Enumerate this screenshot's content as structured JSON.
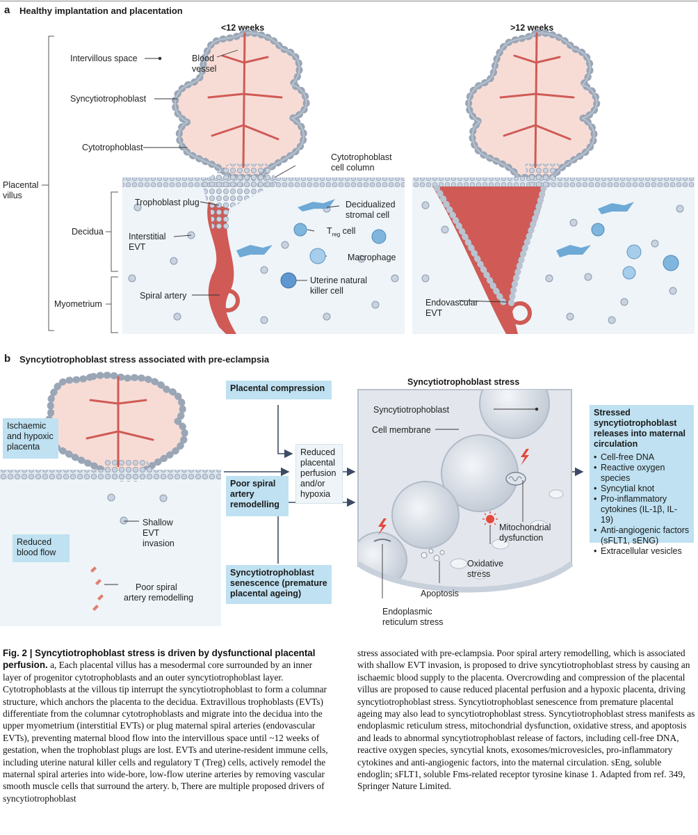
{
  "panel_a": {
    "letter": "a",
    "title": "Healthy implantation and placentation",
    "col_left_title": "<12 weeks",
    "col_right_title": ">12 weeks",
    "labels": {
      "intervillous_space": "Intervillous space",
      "blood_vessel_1": "Blood",
      "blood_vessel_2": "vessel",
      "syncytiotrophoblast": "Syncytiotrophoblast",
      "cytotrophoblast": "Cytotrophoblast",
      "cell_column_1": "Cytotrophoblast",
      "cell_column_2": "cell column",
      "placental_villus_1": "Placental",
      "placental_villus_2": "villus",
      "trophoblast_plug": "Trophoblast plug",
      "decidualized_1": "Decidualized",
      "decidualized_2": "stromal cell",
      "decidua": "Decidua",
      "interstitial_1": "Interstitial",
      "interstitial_2": "EVT",
      "treg_t": "T",
      "treg_sub": "reg",
      "treg_cell": " cell",
      "macrophage": "Macrophage",
      "unk_1": "Uterine natural",
      "unk_2": "killer cell",
      "myometrium": "Myometrium",
      "spiral_artery": "Spiral artery",
      "endovascular_1": "Endovascular",
      "endovascular_2": "EVT"
    }
  },
  "panel_b": {
    "letter": "b",
    "title": "Syncytiotrophoblast stress associated with pre-eclampsia",
    "ischaemic": "Ischaemic and hypoxic placenta",
    "reduced_flow": "Reduced blood flow",
    "shallow_1": "Shallow",
    "shallow_2": "EVT",
    "shallow_3": "invasion",
    "poor_remodel_1": "Poor spiral",
    "poor_remodel_2": "artery remodelling",
    "placental_compression": "Placental compression",
    "poor_spiral_box": "Poor spiral artery remodelling",
    "senescence_box": "Syncytiotrophoblast senescence (premature placental ageing)",
    "reduced_perfusion": "Reduced placental perfusion and/or hypoxia",
    "stress_title": "Syncytiotrophoblast stress",
    "stress_labels": {
      "syncytiotrophoblast": "Syncytiotrophoblast",
      "cell_membrane": "Cell membrane",
      "mito_1": "Mitochondrial",
      "mito_2": "dysfunction",
      "oxidative_1": "Oxidative",
      "oxidative_2": "stress",
      "apoptosis": "Apoptosis",
      "er_1": "Endoplasmic",
      "er_2": "reticulum stress"
    },
    "release_title": "Stressed syncytiotrophoblast releases into maternal circulation",
    "release_items": [
      "Cell-free DNA",
      "Reactive oxygen species",
      "Syncytial knot",
      "Pro-inflammatory cytokines (IL-1β, IL-19)",
      "Anti-angiogenic factors (sFLT1, sENG)",
      "Extracellular vesicles"
    ]
  },
  "caption": {
    "fig_label": "Fig. 2 | Syncytiotrophoblast stress is driven by dysfunctional placental perfusion.",
    "left_text": " a, Each placental villus has a mesodermal core surrounded by an inner layer of progenitor cytotrophoblasts and an outer syncytiotrophoblast layer. Cytotrophoblasts at the villous tip interrupt the syncytiotrophoblast to form a columnar structure, which anchors the placenta to the decidua. Extravillous trophoblasts (EVTs) differentiate from the columnar cytotrophoblasts and migrate into the decidua into the upper myometrium (interstitial EVTs) or plug maternal spiral arteries (endovascular EVTs), preventing maternal blood flow into the intervillous space until ~12 weeks of gestation, when the trophoblast plugs are lost. EVTs and uterine-resident immune cells, including uterine natural killer cells and regulatory T (Treg) cells, actively remodel the maternal spiral arteries into wide-bore, low-flow uterine arteries by removing vascular smooth muscle cells that surround the artery. b, There are multiple proposed drivers of syncytiotrophoblast",
    "right_text": "stress associated with pre-eclampsia. Poor spiral artery remodelling, which is associated with shallow EVT invasion, is proposed to drive syncytiotrophoblast stress by causing an ischaemic blood supply to the placenta. Overcrowding and compression of the placental villus are proposed to cause reduced placental perfusion and a hypoxic placenta, driving syncytiotrophoblast stress. Syncytiotrophoblast senescence from premature placental ageing may also lead to syncytiotrophoblast stress. Syncytiotrophoblast stress manifests as endoplasmic reticulum stress, mitochondrial dysfunction, oxidative stress, and apoptosis and leads to abnormal syncytiotrophoblast release of factors, including cell-free DNA, reactive oxygen species, syncytial knots, exosomes/microvesicles, pro-inflammatory cytokines and anti-angiogenic factors, into the maternal circulation. sEng, soluble endoglin; sFLT1, soluble Fms-related receptor tyrosine kinase 1. Adapted from ref. 349, Springer Nature Limited."
  },
  "colors": {
    "artery": "#d05a55",
    "villus_fill": "#f7dcd6",
    "cell_fill": "#c9d3e0",
    "decidua_bg": "#eef4f8",
    "box_blue": "#bfe1f1",
    "arrow": "#3c4b63"
  }
}
